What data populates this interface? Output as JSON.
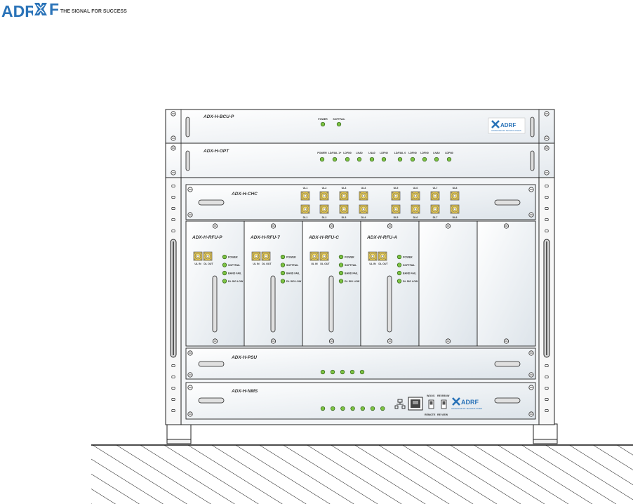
{
  "header": {
    "logo_text": "ADRF",
    "tagline": "THE SIGNAL FOR SUCCESS"
  },
  "colors": {
    "brand_blue": "#2a73b8",
    "led_green": "#7cc242",
    "connector_gold": "#e9c94a",
    "panel_face": "#eef1f4",
    "panel_edge": "#222222"
  },
  "rack": {
    "bcu": {
      "label": "ADX-H-BCU-P",
      "leds": [
        "POWER",
        "SOFTFAIL"
      ],
      "badge_brand": "ADRF",
      "badge_sub": "ADVANCED RF TECHNOLOGIES"
    },
    "opt": {
      "label": "ADX-H-OPT",
      "leds": [
        "POWER",
        "LD/FAIL 1+",
        "LDFN0",
        "LNA0",
        "LNA0",
        "LDFN0",
        "LD/FAIL 0",
        "LDFN0",
        "LDFN0",
        "LNA0",
        "LDFN0"
      ]
    },
    "chc": {
      "label": "ADX-H-CHC",
      "top_ports": [
        "UL1",
        "UL2",
        "UL3",
        "UL4",
        "UL5",
        "UL6",
        "UL7",
        "UL8"
      ],
      "bottom_ports": [
        "DL1",
        "DL2",
        "DL3",
        "DL4",
        "DL5",
        "DL6",
        "DL7",
        "DL8"
      ]
    },
    "rfu_cards": [
      {
        "label": "ADX-H-RFU-P"
      },
      {
        "label": "ADX-H-RFU-7"
      },
      {
        "label": "ADX-H-RFU-C"
      },
      {
        "label": "ADX-H-RFU-A"
      }
    ],
    "rfu_ports": [
      "UL IN",
      "DL OUT"
    ],
    "rfu_leds": [
      "POWER",
      "SOFTFAIL",
      "BAND FAIL",
      "DL SIG LOW"
    ],
    "psu": {
      "label": "ADX-H-PSU",
      "led_count": 5
    },
    "nms": {
      "label": "ADX-H-NMS",
      "led_count": 7,
      "switch_labels_top": [
        "WOOS",
        "RE BROW"
      ],
      "switch_labels_bottom": [
        "REMOTE",
        "RE VIEW"
      ],
      "badge_brand": "ADRF",
      "badge_sub": "ADVANCED RF TECHNOLOGIES"
    }
  }
}
